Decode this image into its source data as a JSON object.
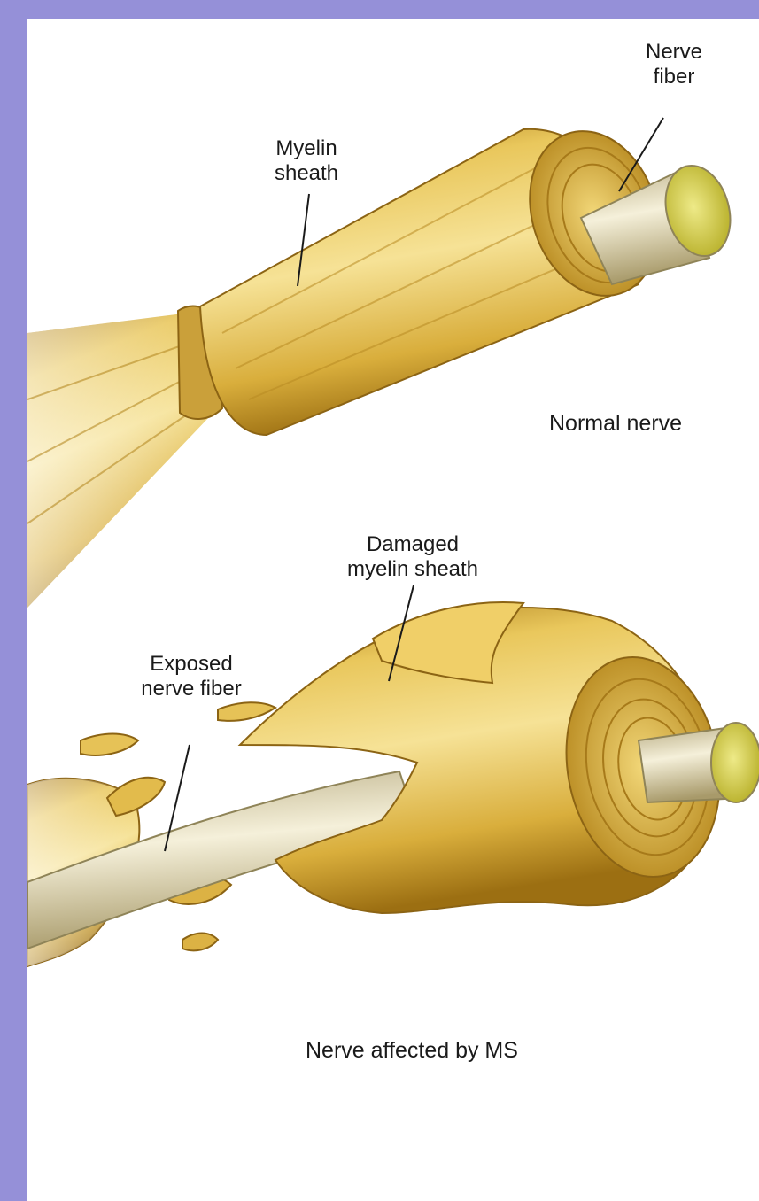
{
  "colors": {
    "frame": "#9590d8",
    "panel": "#ffffff",
    "sheath_light": "#f3dc8a",
    "sheath_mid": "#d9ae3c",
    "sheath_dark": "#a97a18",
    "fiber": "#e7e0c4",
    "fiber_end": "#d8d34a",
    "text": "#1a1a1a"
  },
  "labels": {
    "nerve_fiber": [
      "Nerve",
      "fiber"
    ],
    "myelin_sheath": [
      "Myelin",
      "sheath"
    ],
    "normal_nerve": "Normal nerve",
    "damaged_sheath": [
      "Damaged",
      "myelin sheath"
    ],
    "exposed_fiber": [
      "Exposed",
      "nerve fiber"
    ],
    "affected_caption": "Nerve affected by MS"
  }
}
